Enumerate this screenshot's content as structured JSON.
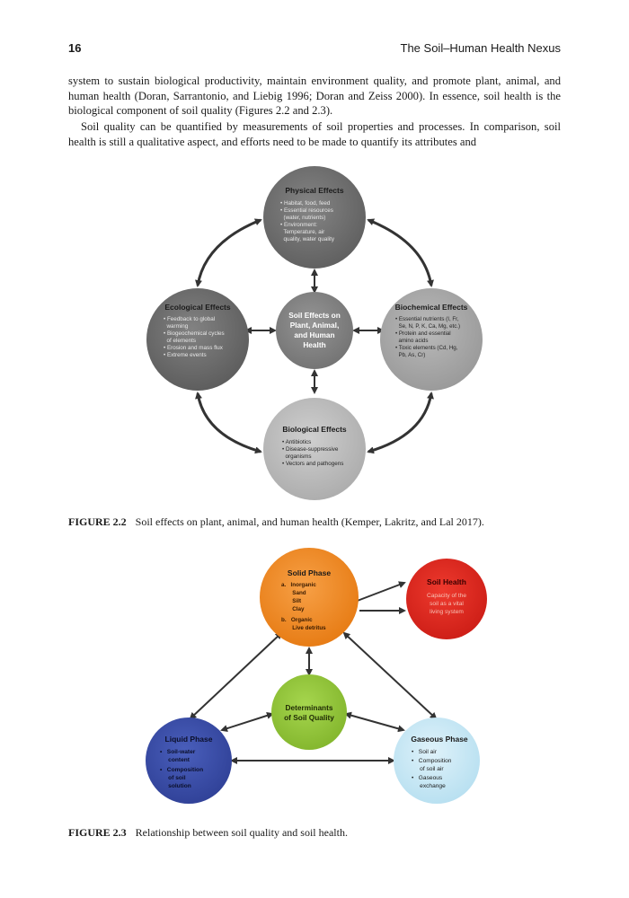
{
  "header": {
    "page_number": "16",
    "running_title": "The Soil–Human Health Nexus"
  },
  "paragraphs": [
    "system to sustain biological productivity, maintain environment quality, and promote plant, animal, and human health (Doran, Sarrantonio, and Liebig 1996; Doran and Zeiss 2000). In essence, soil health is the biological component of soil quality (Figures 2.2 and 2.3).",
    "Soil quality can be quantified by measurements of soil properties and processes. In comparison, soil health is still a qualitative aspect, and efforts need to be made to quantify its attributes and"
  ],
  "figure_2_2": {
    "caption_label": "FIGURE 2.2",
    "caption_text": "Soil effects on plant, animal, and human health (Kemper, Lakritz, and Lal 2017).",
    "center": {
      "lines": [
        "Soil Effects on",
        "Plant, Animal,",
        "and Human",
        "Health"
      ]
    },
    "physical": {
      "title": "Physical Effects",
      "lines": [
        "• Habitat, food, feed",
        "• Essential resources",
        "  (water, nutrients)",
        "• Environment:",
        "  Temperature, air",
        "  quality, water quality"
      ]
    },
    "ecological": {
      "title": "Ecological Effects",
      "lines": [
        "• Feedback to global",
        "  warming",
        "• Biogeochemical cycles",
        "  of elements",
        "• Erosion and mass flux",
        "• Extreme events"
      ]
    },
    "biochemical": {
      "title": "Biochemical Effects",
      "lines": [
        "• Essential nutrients (I, Fr,",
        "  Se, N, P, K, Ca, Mg, etc.)",
        "• Protein and essential",
        "  amino acids",
        "• Toxic elements (Cd, Hg,",
        "  Pb, As, Cr)"
      ]
    },
    "biological": {
      "title": "Biological Effects",
      "lines": [
        "• Antibiotics",
        "• Disease-suppressive",
        "  organisms",
        "• Vectors and pathogens"
      ]
    },
    "colors": {
      "physical": "#6e6e6e",
      "ecological": "#6a6a6a",
      "center": "#808080",
      "biochemical": "#a8a8a8",
      "biological": "#c0c0c0"
    }
  },
  "figure_2_3": {
    "caption_label": "FIGURE 2.3",
    "caption_text": "Relationship between soil quality and soil health.",
    "solid": {
      "title": "Solid Phase",
      "lines": [
        "a.   Inorganic",
        "       Sand",
        "       Silt",
        "       Clay",
        "b.   Organic",
        "       Live detritus"
      ]
    },
    "soil_health": {
      "title": "Soil Health",
      "lines": [
        "Capacity of the",
        "soil as a vital",
        "living system"
      ]
    },
    "determinants": {
      "lines": [
        "Determinants",
        "of Soil Quality"
      ]
    },
    "liquid": {
      "title": "Liquid Phase",
      "lines": [
        "•   Soil-water",
        "     content",
        "•   Composition",
        "     of soil",
        "     solution"
      ]
    },
    "gaseous": {
      "title": "Gaseous Phase",
      "lines": [
        "•   Soil air",
        "•   Composition",
        "     of soil air",
        "•   Gaseous",
        "     exchange"
      ]
    },
    "colors": {
      "solid": "#f08a24",
      "soil_health": "#e0261e",
      "determinants": "#96c93d",
      "liquid": "#3b4fa8",
      "gaseous": "#c9e8f5"
    }
  }
}
